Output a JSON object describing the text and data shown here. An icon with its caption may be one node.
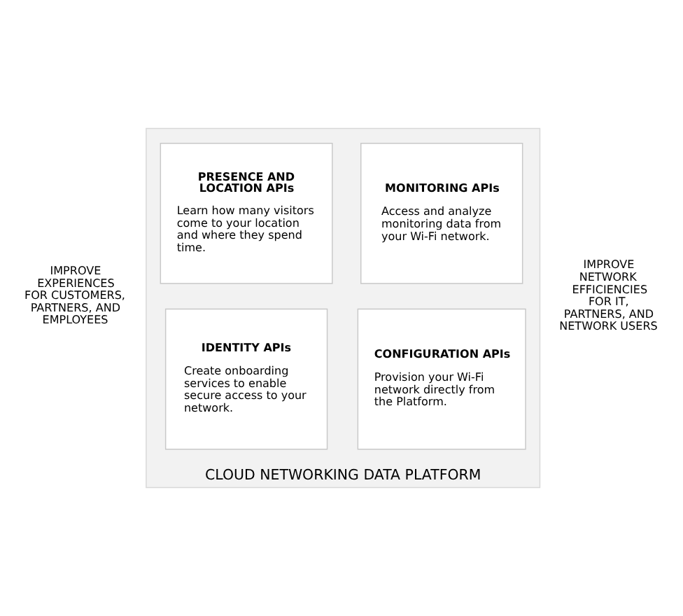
{
  "diagram": {
    "nodes": [
      {
        "text": [
          "CLOUD NETWORKING DATA PLATFORM"
        ]
      },
      {
        "text": [
          "PRESENCE AND LOCATION APIs",
          "Learn how many visitors come to your location and where they spend time."
        ],
        "in": 0
      },
      {
        "text": [
          "MONITORING APIs",
          "Access and analyze monitoring data from your Wi-Fi network."
        ],
        "in": 0
      },
      {
        "text": [
          "IDENTITY APIs",
          "Create onboarding services to enable secure access to your network."
        ],
        "in": 0
      },
      {
        "text": [
          "CONFIGURATION APIs",
          "Provision your Wi-Fi network directly from the Platform."
        ],
        "in": 0
      }
    ],
    "edges": [],
    "labels": [
      "IMPROVE EXPERIENCES FOR CUSTOMERS, PARTNERS, AND EMPLOYEES",
      "IMPROVE NETWORK EFFICIENCIES FOR IT, PARTNERS, AND NETWORK USERS"
    ]
  }
}
